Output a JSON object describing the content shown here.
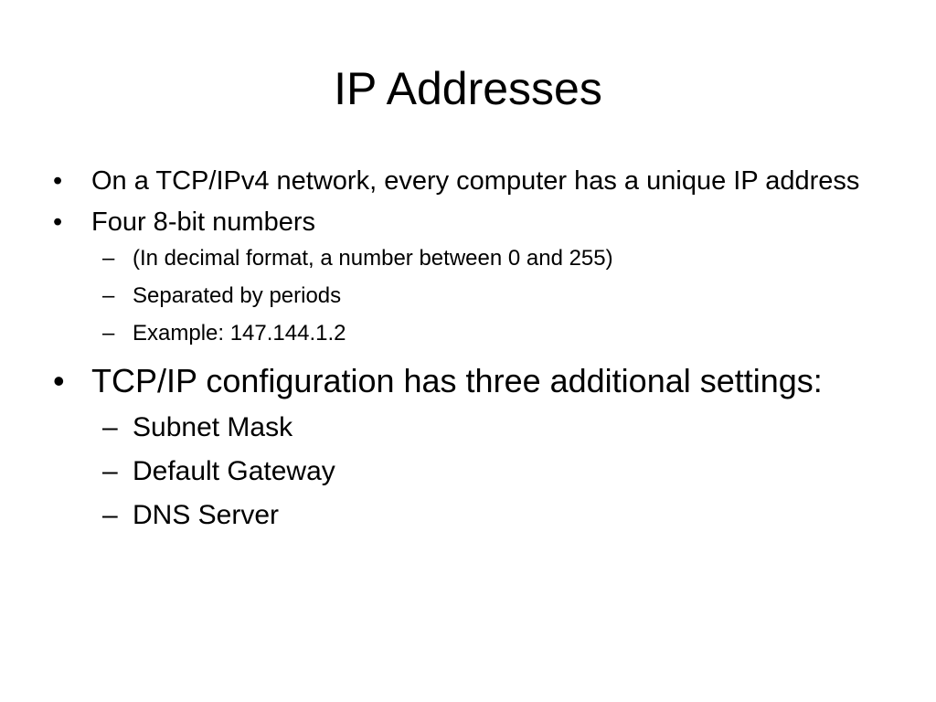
{
  "slide": {
    "title": "IP Addresses",
    "bullet_glyph": "•",
    "dash_glyph": "–",
    "items": [
      {
        "text": "On a TCP/IPv4 network, every computer has a unique IP address"
      },
      {
        "text": "Four 8-bit numbers",
        "subitems": [
          "(In decimal format, a number between 0 and 255)",
          "Separated by periods",
          "Example: 147.144.1.2"
        ]
      },
      {
        "text": "TCP/IP configuration has three additional settings:",
        "subitems": [
          "Subnet Mask",
          "Default Gateway",
          "DNS Server"
        ]
      }
    ]
  }
}
